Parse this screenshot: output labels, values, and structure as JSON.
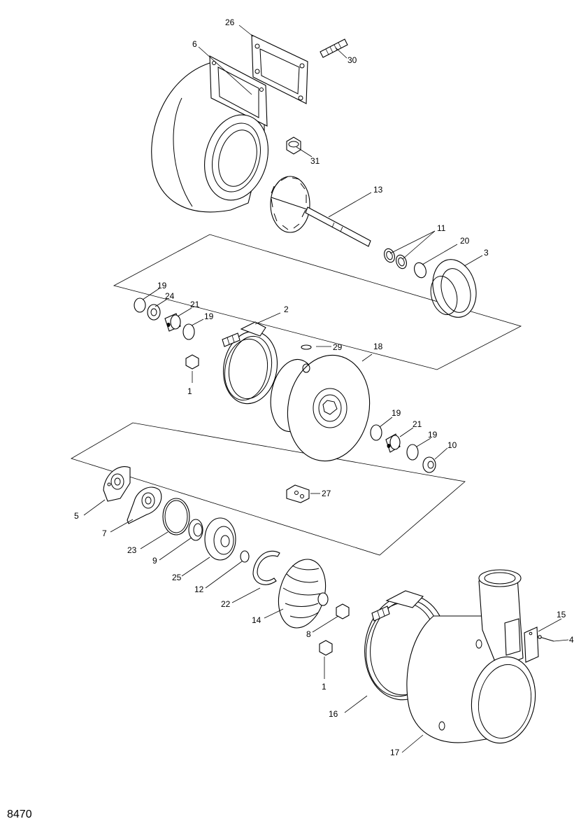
{
  "drawing_number": "8470",
  "callouts": {
    "c1a": "1",
    "c1b": "1",
    "c2": "2",
    "c3": "3",
    "c4": "4",
    "c5": "5",
    "c6": "6",
    "c7": "7",
    "c8": "8",
    "c9": "9",
    "c10": "10",
    "c11": "11",
    "c12": "12",
    "c13": "13",
    "c14": "14",
    "c15": "15",
    "c16": "16",
    "c17": "17",
    "c18": "18",
    "c19a": "19",
    "c19b": "19",
    "c19c": "19",
    "c19d": "19",
    "c20": "20",
    "c21a": "21",
    "c21b": "21",
    "c22": "22",
    "c23": "23",
    "c24": "24",
    "c25": "25",
    "c26": "26",
    "c27": "27",
    "c29": "29",
    "c30": "30",
    "c31": "31"
  }
}
